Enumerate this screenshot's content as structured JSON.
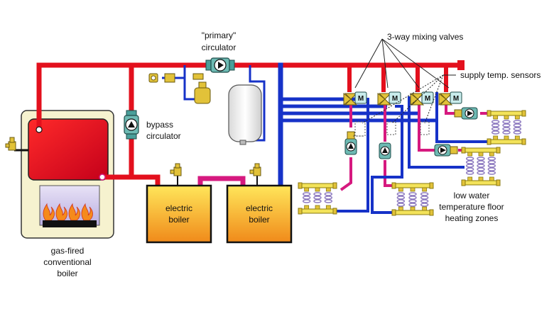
{
  "labels": {
    "primary_circulator": [
      "\"primary\"",
      "circulator"
    ],
    "bypass_circulator": [
      "bypass",
      "circulator"
    ],
    "mixing_valves": "3-way mixing valves",
    "supply_sensors": "supply temp. sensors",
    "electric_boiler_1": [
      "electric",
      "boiler"
    ],
    "electric_boiler_2": [
      "electric",
      "boiler"
    ],
    "gas_boiler": [
      "gas-fired",
      "conventional",
      "boiler"
    ],
    "floor_zones": [
      "low water",
      "temperature floor",
      "heating zones"
    ],
    "valve_motor": "M"
  },
  "colors": {
    "supply_red": "#e3101d",
    "return_blue": "#1632c8",
    "mid_pink": "#d6197f",
    "boiler_orange": "#f4a21a",
    "brass": "#e2c239",
    "manifold_yellow": "#f3e35a",
    "loop_purple": "#8e7bc0",
    "flame_orange": "#f58a1c"
  }
}
